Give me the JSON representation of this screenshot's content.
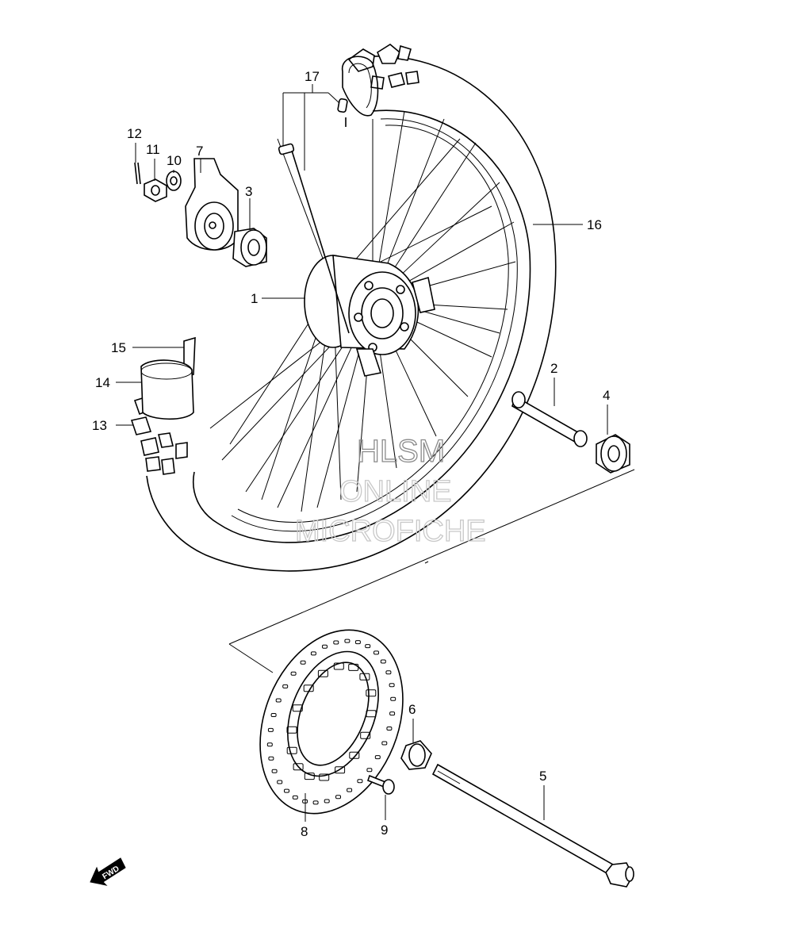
{
  "callouts": [
    {
      "id": "1",
      "label": "1"
    },
    {
      "id": "2",
      "label": "2"
    },
    {
      "id": "3",
      "label": "3"
    },
    {
      "id": "4",
      "label": "4"
    },
    {
      "id": "5",
      "label": "5"
    },
    {
      "id": "6",
      "label": "6"
    },
    {
      "id": "7",
      "label": "7"
    },
    {
      "id": "8",
      "label": "8"
    },
    {
      "id": "9",
      "label": "9"
    },
    {
      "id": "10",
      "label": "10"
    },
    {
      "id": "11",
      "label": "11"
    },
    {
      "id": "12",
      "label": "12"
    },
    {
      "id": "13",
      "label": "13"
    },
    {
      "id": "14",
      "label": "14"
    },
    {
      "id": "15",
      "label": "15"
    },
    {
      "id": "16",
      "label": "16"
    },
    {
      "id": "17",
      "label": "17"
    }
  ],
  "watermark": {
    "line1": "HLSM",
    "line2": "ONLINE",
    "line3": "MICROFICHE"
  },
  "fwd_label": "FWD"
}
